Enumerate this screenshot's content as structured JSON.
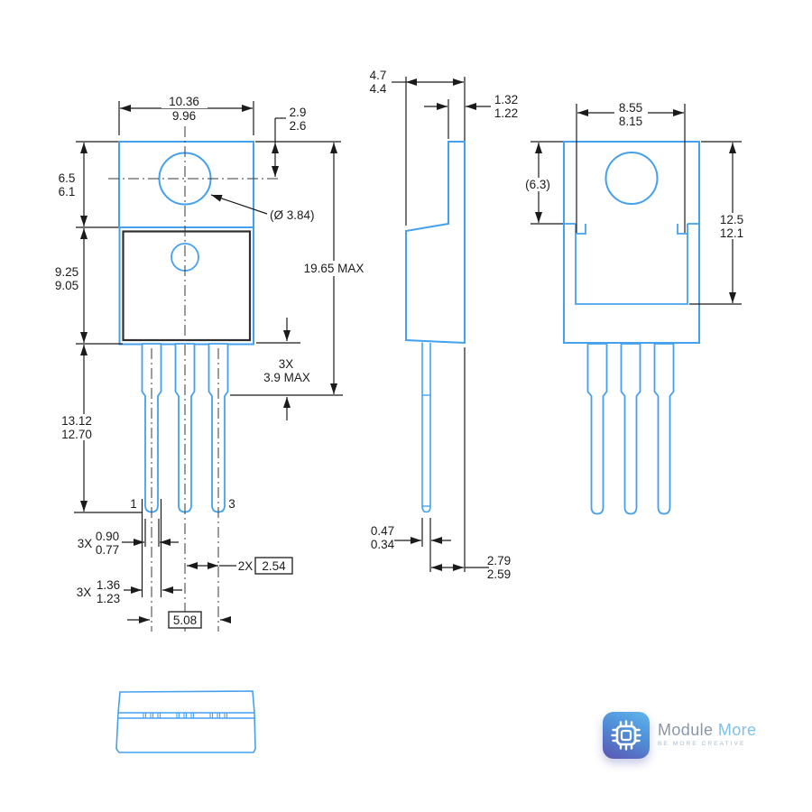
{
  "front_view": {
    "width": {
      "l1": "10.36",
      "l2": "9.96"
    },
    "hole_offset": {
      "l1": "2.9",
      "l2": "2.6"
    },
    "tab_height": {
      "l1": "6.5",
      "l2": "6.1"
    },
    "body_height": {
      "l1": "9.25",
      "l2": "9.05"
    },
    "lead_length": {
      "l1": "13.12",
      "l2": "12.70"
    },
    "hole_dia": "(Ø 3.84)",
    "overall_height": "19.65 MAX",
    "shoulder": {
      "l1": "3X",
      "l2": "3.9 MAX"
    },
    "lead_width_narrow": {
      "prefix": "3X",
      "l1": "0.90",
      "l2": "0.77"
    },
    "lead_pitch": {
      "prefix": "2X",
      "boxed": "2.54"
    },
    "lead_width_wide": {
      "prefix": "3X",
      "l1": "1.36",
      "l2": "1.23"
    },
    "lead_span_boxed": "5.08",
    "pin1": "1",
    "pin3": "3"
  },
  "side_view": {
    "depth": {
      "l1": "4.7",
      "l2": "4.4"
    },
    "tab_thickness": {
      "l1": "1.32",
      "l2": "1.22"
    },
    "lead_thickness": {
      "l1": "0.47",
      "l2": "0.34"
    },
    "lead_setback": {
      "l1": "2.79",
      "l2": "2.59"
    }
  },
  "back_view": {
    "inner_width": {
      "l1": "8.55",
      "l2": "8.15"
    },
    "tab_ref": "(6.3)",
    "body_height": {
      "l1": "12.5",
      "l2": "12.1"
    }
  },
  "logo": {
    "brand_1": "Module",
    "brand_2": "More",
    "tagline": "BE MORE CREATIVE"
  },
  "colors": {
    "outline_blue": "#45a1ee",
    "dimension_black": "#1b1b1b",
    "body_dark": "#2e2e2e",
    "logo_gradient_start": "#5fb5ec",
    "logo_gradient_end": "#5d55b2"
  }
}
